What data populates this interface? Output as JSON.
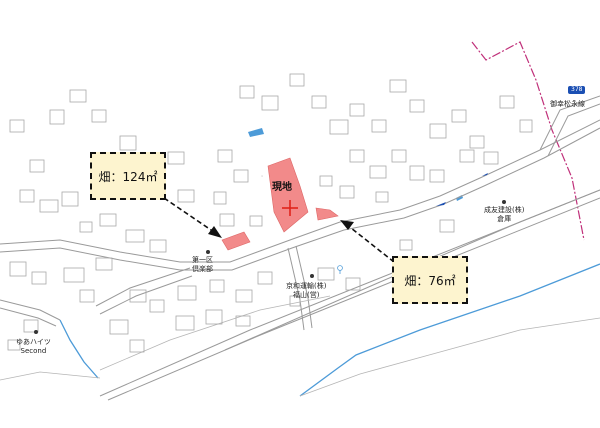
{
  "map": {
    "site_label": "現地",
    "route_number": "378",
    "labels": {
      "route_name": "御幸松永線",
      "club_line1": "第一区",
      "club_line2": "倶楽部",
      "company1_line1": "成友建設(株)",
      "company1_line2": "倉庫",
      "company2_line1": "京和運輸(株)",
      "company2_line2": "福山(営)",
      "apartment_line1": "ゆあハイツ",
      "apartment_line2": "Second"
    },
    "callouts": {
      "left": "畑：124㎡",
      "right": "畑：76㎡"
    },
    "colors": {
      "parcel": "#f28a8a",
      "road_outline": "#9a9a9a",
      "building_outline": "#a8a8a8",
      "water": "#4d9bd8",
      "boundary": "#c0307a",
      "callout_bg": "#fdf4cf"
    }
  }
}
